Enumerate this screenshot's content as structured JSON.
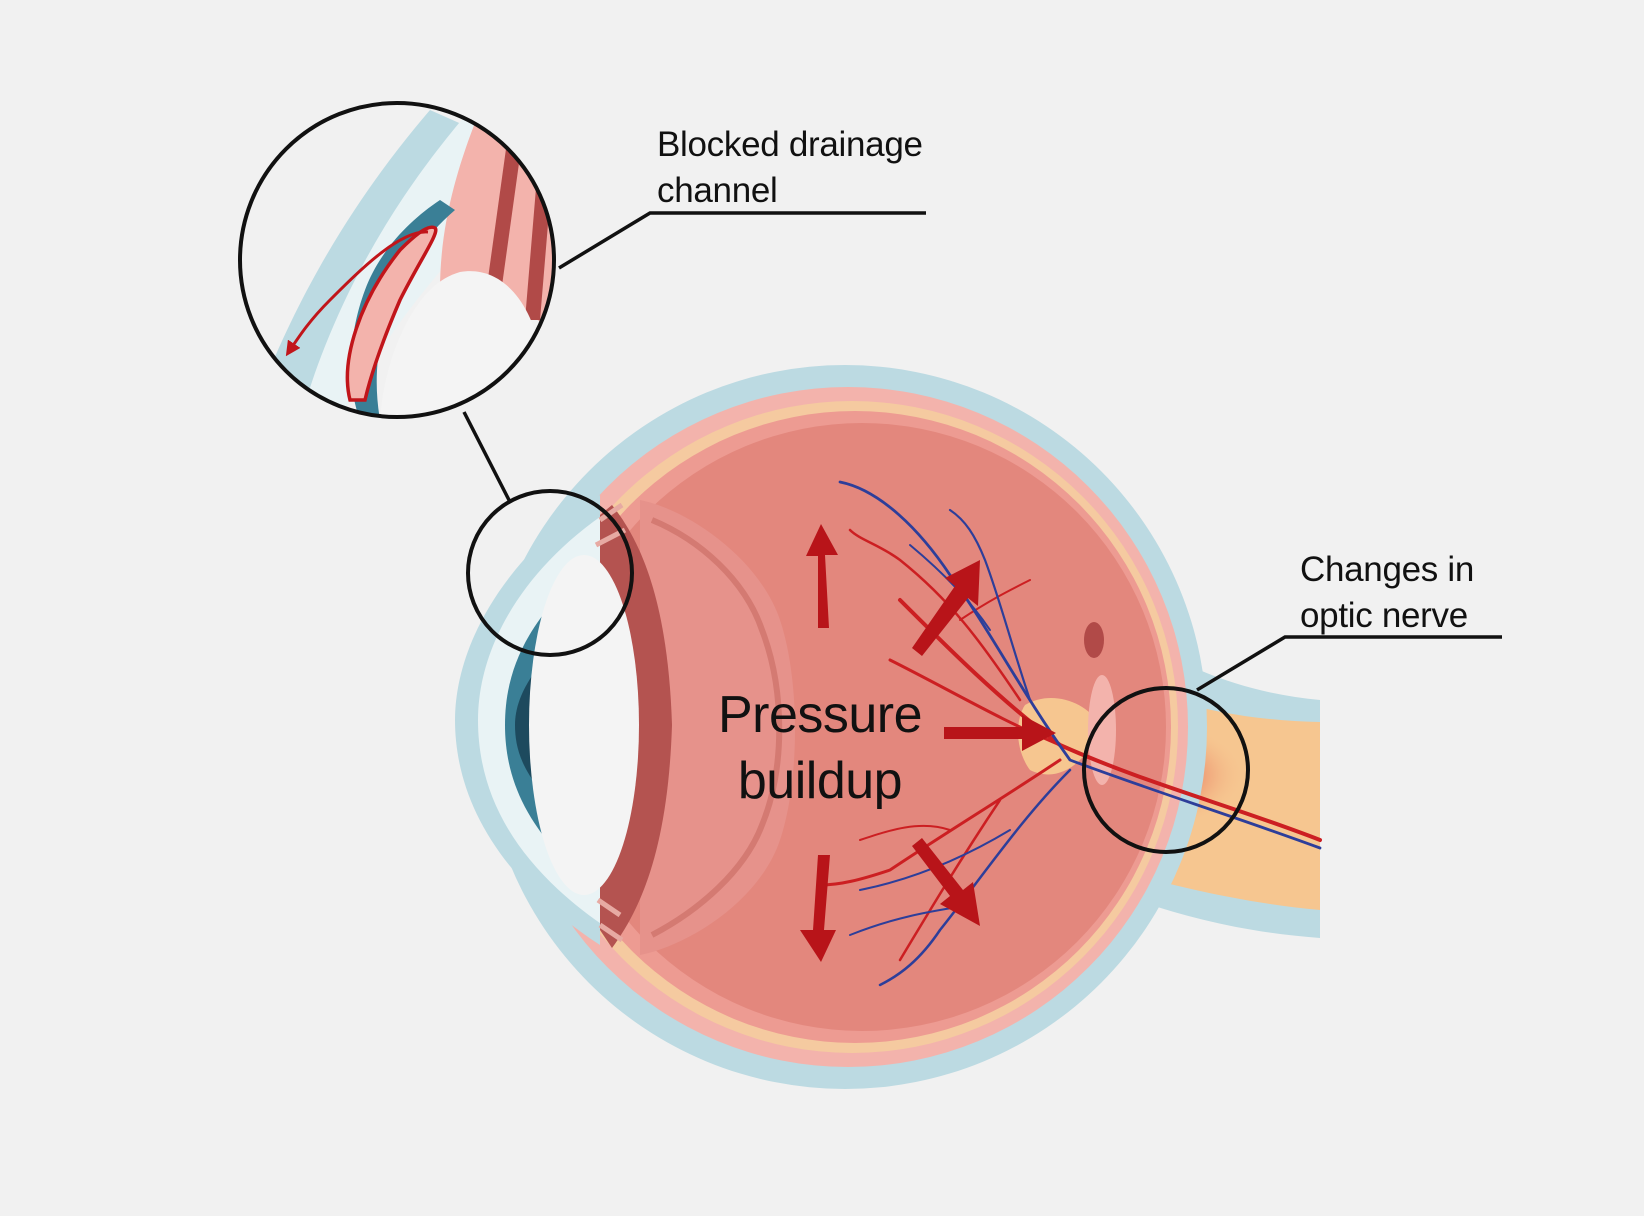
{
  "labels": {
    "blocked_drainage": [
      "Blocked drainage",
      "channel"
    ],
    "optic_nerve": [
      "Changes in",
      "optic nerve"
    ],
    "pressure": [
      "Pressure",
      "buildup"
    ]
  },
  "colors": {
    "background": "#f1f1f1",
    "sclera_outer": "#bcdae2",
    "sclera_inner": "#f5caa0",
    "choroid": "#f0a8a0",
    "vitreous": "#e3877d",
    "ciliary": "#e6928b",
    "lens": "#f4f4f4",
    "iris_dark": "#1d4a5e",
    "iris": "#3a7f96",
    "arrow": "#b81419",
    "artery": "#cc1f22",
    "vein": "#2d3e9a",
    "optic_nerve": "#f6c690",
    "callout_line": "#111111"
  },
  "icons": [
    "eye-cross-section",
    "zoom-circle",
    "pressure-arrow"
  ]
}
